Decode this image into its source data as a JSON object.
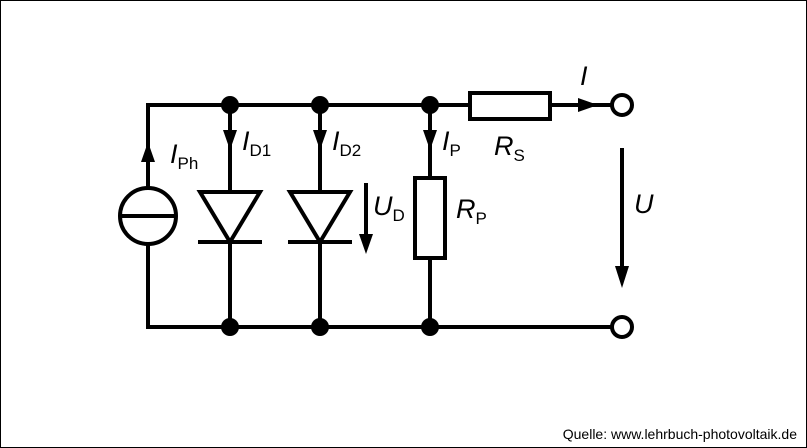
{
  "labels": {
    "photo_current": {
      "main": "I",
      "sub": "Ph"
    },
    "diode1_current": {
      "main": "I",
      "sub": "D1"
    },
    "diode2_current": {
      "main": "I",
      "sub": "D2"
    },
    "diode_voltage": {
      "main": "U",
      "sub": "D"
    },
    "parallel_current": {
      "main": "I",
      "sub": "P"
    },
    "parallel_resistor": {
      "main": "R",
      "sub": "P"
    },
    "series_resistor": {
      "main": "R",
      "sub": "S"
    },
    "output_current": {
      "main": "I"
    },
    "output_voltage": {
      "main": "U"
    }
  },
  "source_credit": "Quelle: www.lehrbuch-photovoltaik.de",
  "colors": {
    "line": "#000000",
    "background": "#ffffff"
  }
}
